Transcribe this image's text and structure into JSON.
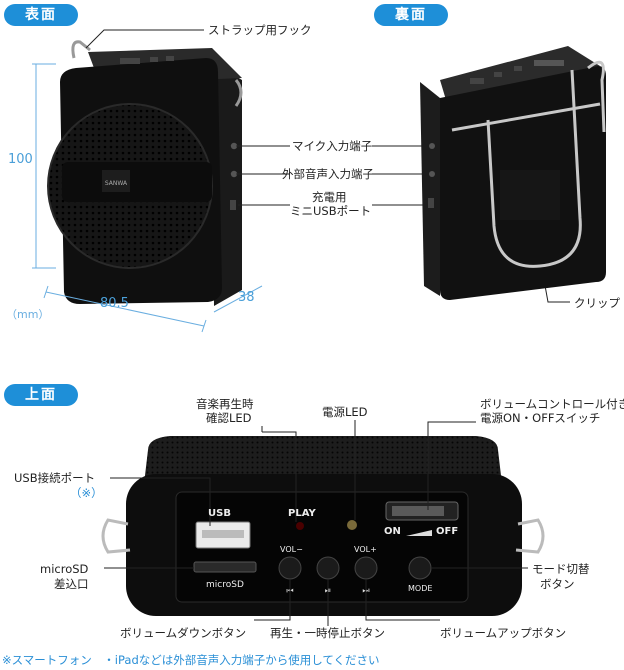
{
  "sections": {
    "front": "表面",
    "back": "裏面",
    "top": "上面"
  },
  "labels": {
    "strap_hook": "ストラップ用フック",
    "mic_input": "マイク入力端子",
    "ext_audio_input": "外部音声入力端子",
    "charging_line1": "充電用",
    "charging_line2": "ミニUSBポート",
    "clip": "クリップ",
    "play_led_line1": "音楽再生時",
    "play_led_line2": "確認LED",
    "power_led": "電源LED",
    "volume_switch_line1": "ボリュームコントロール付き",
    "volume_switch_line2": "電源ON・OFFスイッチ",
    "usb_port_line1": "USB接続ポート",
    "usb_port_line2": "（※）",
    "microsd_line1": "microSD",
    "microsd_line2": "差込口",
    "mode_switch_line1": "モード切替",
    "mode_switch_line2": "ボタン",
    "vol_down_button": "ボリュームダウンボタン",
    "play_pause_button": "再生・一時停止ボタン",
    "vol_up_button": "ボリュームアップボタン"
  },
  "dimensions": {
    "height": "100",
    "width": "80.5",
    "depth": "38",
    "unit": "（mm）"
  },
  "device_text": {
    "usb": "USB",
    "play": "PLAY",
    "on": "ON",
    "off": "OFF",
    "vol_minus": "VOL−",
    "vol_plus": "VOL+",
    "microsd": "microSD",
    "mode": "MODE",
    "brand": "SANWA"
  },
  "footnote": "※スマートフォン　・iPadなどは外部音声入力端子から使用してください",
  "colors": {
    "accent": "#1e8fd8",
    "device": "#111111",
    "dimension": "#4a9fd8"
  }
}
